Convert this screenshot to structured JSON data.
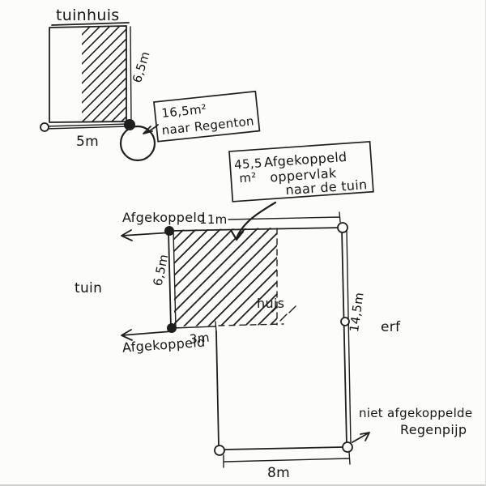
{
  "colors": {
    "ink": "#1f1f1f",
    "paper": "#fcfcfb"
  },
  "tuinhuis": {
    "label": "tuinhuis",
    "height": "6,5m",
    "width": "5m"
  },
  "regenton_note": {
    "area": "16,5m²",
    "text": "naar Regenton"
  },
  "afgekoppeld_note": {
    "area_value": "45,5",
    "area_unit": "m²",
    "line1": "Afgekoppeld",
    "line2": "oppervlak",
    "line3": "naar de tuin"
  },
  "plan": {
    "afgekoppeld_top": "Afgekoppeld",
    "afgekoppeld_bottom": "Afgekoppeld",
    "width_top": "11m",
    "height_left": "6,5m",
    "width_step": "3m",
    "height_right": "14,5m",
    "width_bottom": "8m",
    "huis": "huis",
    "tuin": "tuin",
    "erf": "erf",
    "regenpijp_line1": "niet afgekoppelde",
    "regenpijp_line2": "Regenpijp"
  }
}
